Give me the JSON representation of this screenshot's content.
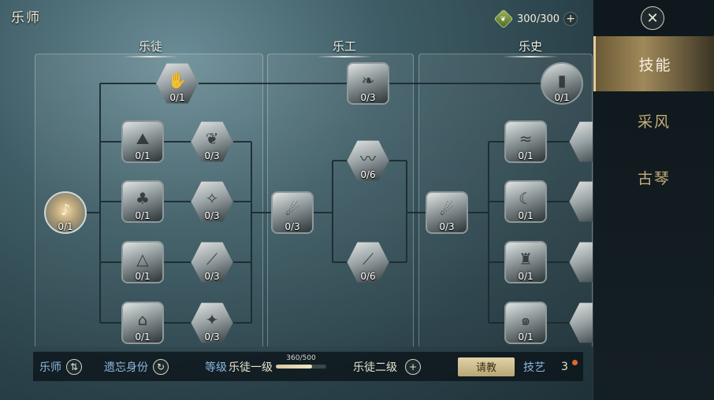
{
  "header": {
    "title": "乐师",
    "currency": "300/300",
    "currency_icon": "leaf-gem-icon",
    "plus": "+"
  },
  "sections": [
    {
      "label": "乐徒"
    },
    {
      "label": "乐工"
    },
    {
      "label": "乐史"
    }
  ],
  "nodes": {
    "start": "0/1",
    "top_left": "0/1",
    "top_mid": "0/3",
    "top_right": "0/1",
    "col1": [
      "0/1",
      "0/1",
      "0/1",
      "0/1"
    ],
    "col2": [
      "0/3",
      "0/3",
      "0/3",
      "0/3"
    ],
    "mid_a": "0/3",
    "mid_top": "0/6",
    "mid_bottom": "0/6",
    "mid_b": "0/3",
    "col4": [
      "0/1",
      "0/1",
      "0/1",
      "0/1"
    ]
  },
  "bottom": {
    "profession": "乐师",
    "forget": "遗忘身份",
    "level_label": "等级",
    "level_current": "乐徒一级",
    "xp": "360/500",
    "xp_fraction": 0.72,
    "level_next": "乐徒二级",
    "ask_button": "请教",
    "skill_label": "技艺",
    "skill_count": "3"
  },
  "sidebar": {
    "close": "✕",
    "tabs": [
      {
        "label": "技能",
        "active": true
      },
      {
        "label": "采风",
        "active": false
      },
      {
        "label": "古琴",
        "active": false
      }
    ]
  },
  "colors": {
    "accent_gold": "#c7ad7b",
    "xp_fill": "#e8dcb4",
    "alert_dot": "#e06a2a"
  }
}
